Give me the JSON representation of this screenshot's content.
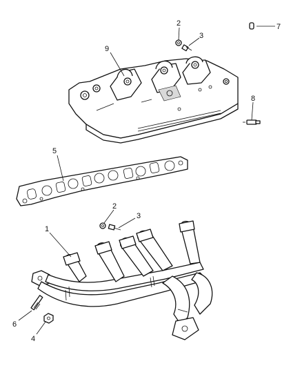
{
  "callouts": [
    {
      "id": "c2a",
      "text": "2"
    },
    {
      "id": "c3a",
      "text": "3"
    },
    {
      "id": "c7",
      "text": "7"
    },
    {
      "id": "c9",
      "text": "9"
    },
    {
      "id": "c8",
      "text": "8"
    },
    {
      "id": "c5",
      "text": "5"
    },
    {
      "id": "c2b",
      "text": "2"
    },
    {
      "id": "c3b",
      "text": "3"
    },
    {
      "id": "c1",
      "text": "1"
    },
    {
      "id": "c6",
      "text": "6"
    },
    {
      "id": "c4",
      "text": "4"
    }
  ]
}
